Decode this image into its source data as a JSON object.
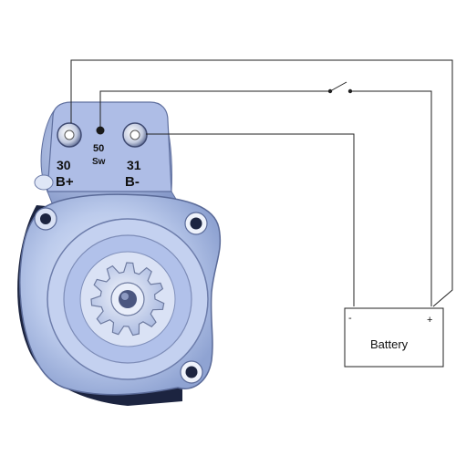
{
  "terminals": {
    "t30": {
      "number": "30",
      "polarity": "B+"
    },
    "t50": {
      "number": "50",
      "tag": "Sw"
    },
    "t31": {
      "number": "31",
      "polarity": "B-"
    }
  },
  "battery": {
    "label": "Battery",
    "minus": "-",
    "plus": "+"
  },
  "colors": {
    "motor_body": "#b7c7ea",
    "motor_dark": "#1c2440",
    "wire": "#222222"
  }
}
